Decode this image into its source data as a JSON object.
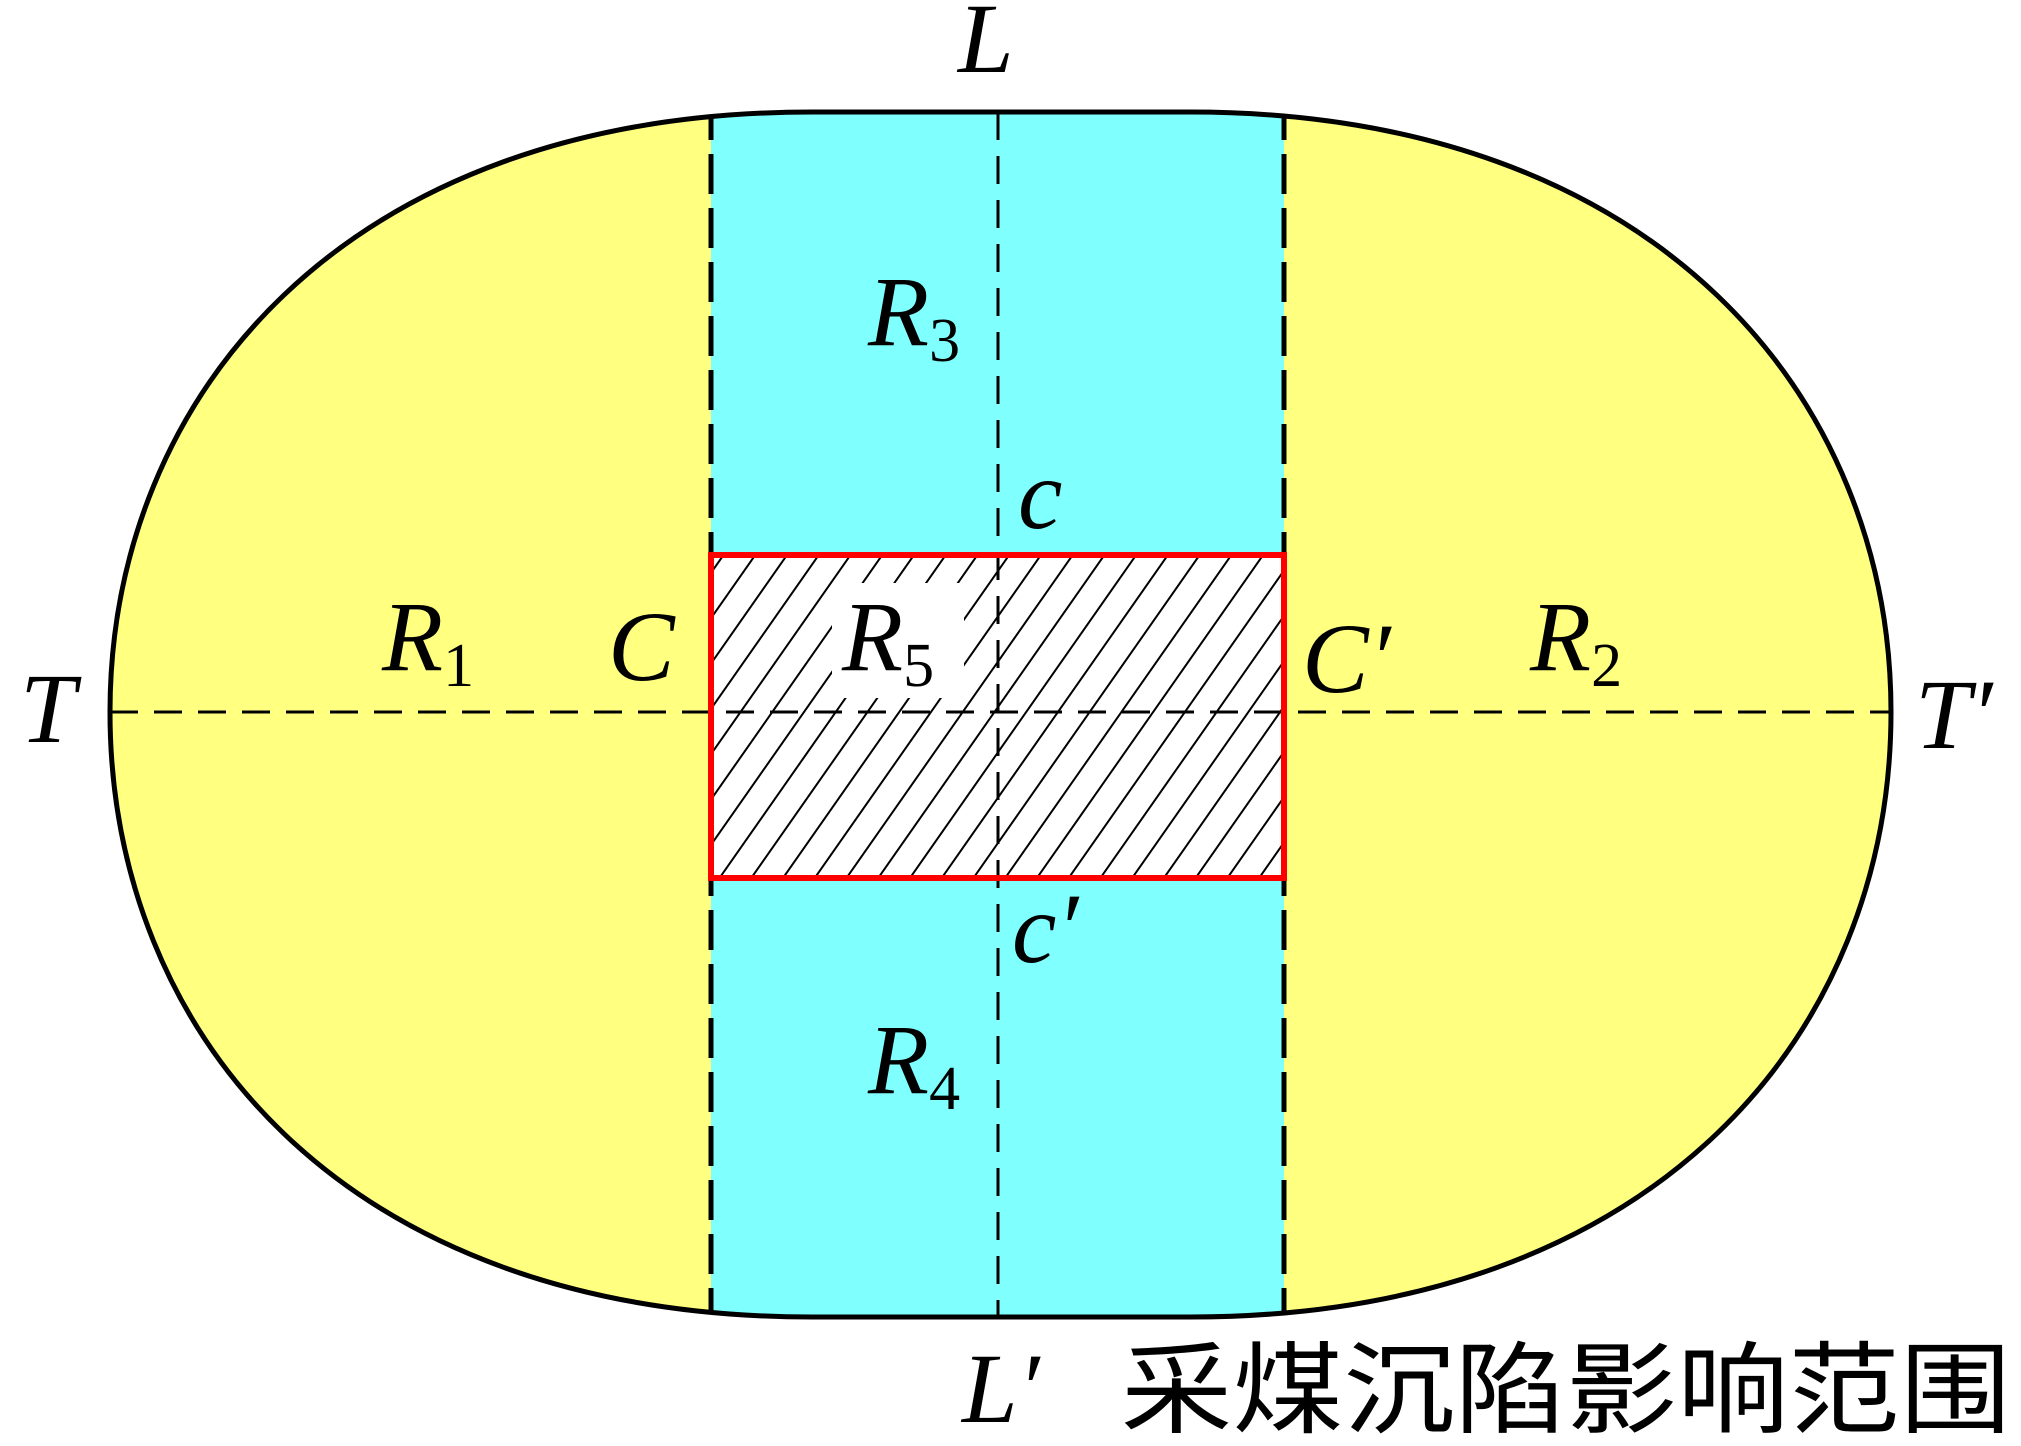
{
  "colors": {
    "side_regions": "#ffff80",
    "middle_band": "#80ffff",
    "core_outline": "#ff0000",
    "lines": "#000000"
  },
  "labels": {
    "L": "L",
    "L_prime": "L′",
    "T": "T",
    "T_prime": "T′",
    "C": "C",
    "C_prime": "C′",
    "c": "c",
    "c_prime": "c′",
    "R1": {
      "main": "R",
      "sub": "1"
    },
    "R2": {
      "main": "R",
      "sub": "2"
    },
    "R3": {
      "main": "R",
      "sub": "3"
    },
    "R4": {
      "main": "R",
      "sub": "4"
    },
    "R5": {
      "main": "R",
      "sub": "5"
    }
  },
  "caption": "采煤沉陷影响范围"
}
